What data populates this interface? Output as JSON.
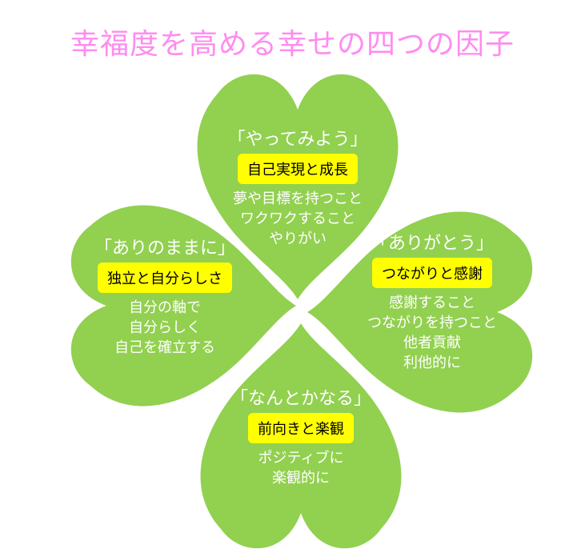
{
  "title": "幸福度を高める幸せの四つの因子",
  "colors": {
    "leaf": "#92d050",
    "badge": "#ffff00",
    "title": "#ff8cf0"
  },
  "factors": [
    {
      "head": "「やってみよう」",
      "badge": "自己実現と成長",
      "lines": [
        "夢や目標を持つこと",
        "ワクワクすること",
        "やりがい"
      ]
    },
    {
      "head": "「ありがとう」",
      "badge": "つながりと感謝",
      "lines": [
        "感謝すること",
        "つながりを持つこと",
        "他者貢献",
        "利他的に"
      ]
    },
    {
      "head": "「なんとかなる」",
      "badge": "前向きと楽観",
      "lines": [
        "ポジティブに",
        "楽観的に"
      ]
    },
    {
      "head": "「ありのままに」",
      "badge": "独立と自分らしさ",
      "lines": [
        "自分の軸で",
        "自分らしく",
        "自己を確立する"
      ]
    }
  ]
}
